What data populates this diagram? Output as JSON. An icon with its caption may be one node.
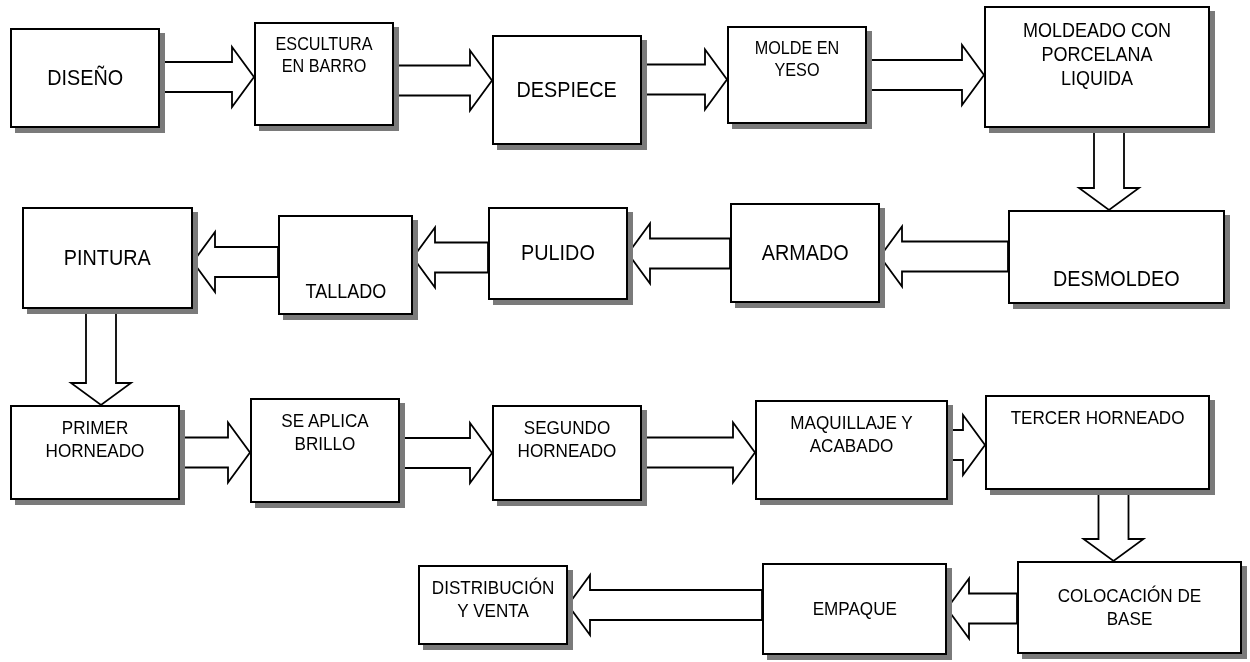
{
  "diagram": {
    "nodes": [
      {
        "text": [
          "DISEÑO"
        ]
      },
      {
        "text": [
          "ESCULTURA EN BARRO"
        ]
      },
      {
        "text": [
          "DESPIECE"
        ]
      },
      {
        "text": [
          "MOLDE EN YESO"
        ]
      },
      {
        "text": [
          "MOLDEADO CON PORCELANA LIQUIDA"
        ]
      },
      {
        "text": [
          "DESMOLDEO"
        ]
      },
      {
        "text": [
          "ARMADO"
        ]
      },
      {
        "text": [
          "PULIDO"
        ]
      },
      {
        "text": [
          "TALLADO"
        ]
      },
      {
        "text": [
          "PINTURA"
        ]
      },
      {
        "text": [
          "PRIMER HORNEADO"
        ]
      },
      {
        "text": [
          "SE APLICA BRILLO"
        ]
      },
      {
        "text": [
          "SEGUNDO HORNEADO"
        ]
      },
      {
        "text": [
          "MAQUILLAJE Y ACABADO"
        ]
      },
      {
        "text": [
          "TERCER HORNEADO"
        ]
      },
      {
        "text": [
          "COLOCACIÓN DE BASE"
        ]
      },
      {
        "text": [
          "EMPAQUE"
        ]
      },
      {
        "text": [
          "DISTRIBUCIÓN Y VENTA"
        ]
      }
    ],
    "edges": [
      {
        "from": 0,
        "to": 1,
        "arrow": "to"
      },
      {
        "from": 1,
        "to": 2,
        "arrow": "to"
      },
      {
        "from": 2,
        "to": 3,
        "arrow": "to"
      },
      {
        "from": 3,
        "to": 4,
        "arrow": "to"
      },
      {
        "from": 4,
        "to": 5,
        "arrow": "to"
      },
      {
        "from": 5,
        "to": 6,
        "arrow": "to"
      },
      {
        "from": 6,
        "to": 7,
        "arrow": "to"
      },
      {
        "from": 7,
        "to": 8,
        "arrow": "to"
      },
      {
        "from": 8,
        "to": 9,
        "arrow": "to"
      },
      {
        "from": 9,
        "to": 10,
        "arrow": "to"
      },
      {
        "from": 10,
        "to": 11,
        "arrow": "to"
      },
      {
        "from": 11,
        "to": 12,
        "arrow": "to"
      },
      {
        "from": 12,
        "to": 13,
        "arrow": "to"
      },
      {
        "from": 13,
        "to": 14,
        "arrow": "to"
      },
      {
        "from": 14,
        "to": 15,
        "arrow": "to"
      },
      {
        "from": 15,
        "to": 16,
        "arrow": "to"
      },
      {
        "from": 16,
        "to": 17,
        "arrow": "to"
      }
    ]
  }
}
